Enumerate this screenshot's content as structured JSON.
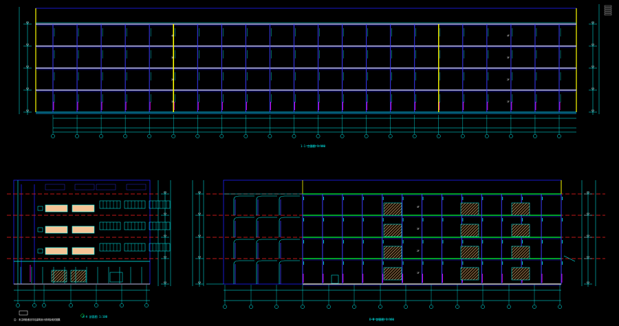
{
  "colors": {
    "background": "#000000",
    "outline": "#2020ff",
    "slab": "#c0c0ff",
    "column": "#3c3cff",
    "dim": "#00ffff",
    "level": "#ffffff",
    "highlight": "#ffff00",
    "magenta": "#ff00ff",
    "red_dash": "#ff2020",
    "green": "#00ff40",
    "hatch_fill": "#f5c597",
    "tag_border": "#2a2ad0"
  },
  "top_elevation": {
    "name": "long facade elevation",
    "floors": 4,
    "bays": 21,
    "room_tags": [
      "4F",
      "3F",
      "2F",
      "1F"
    ],
    "caption": "1-1 立面图 1:100"
  },
  "side_elevation": {
    "name": "end facade elevation",
    "floors": 4,
    "caption": "A-A 剖面图 1:100"
  },
  "bottom_right_section": {
    "name": "cross section",
    "floors": 4,
    "bays": 13,
    "room_tags": [
      "4F",
      "3F",
      "2F",
      "1F"
    ],
    "caption": "B-B 剖面图 1:100"
  },
  "legend_note": "注: 未注明处做法详见建筑设计说明及相关图集"
}
